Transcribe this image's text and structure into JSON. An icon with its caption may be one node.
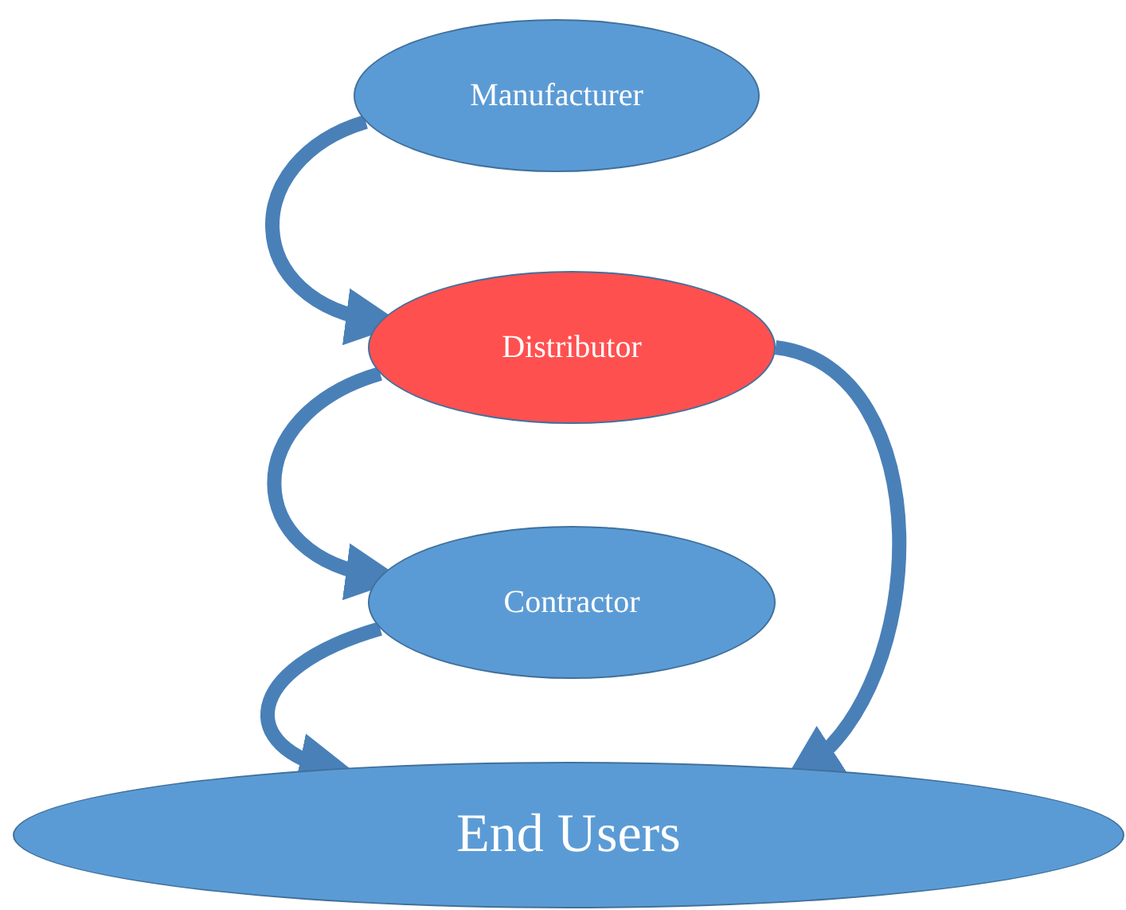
{
  "diagram": {
    "nodes": [
      {
        "text": [
          "Manufacturer"
        ]
      },
      {
        "text": [
          "Distributor"
        ]
      },
      {
        "text": [
          "Contractor"
        ]
      },
      {
        "text": [
          "End Users"
        ]
      }
    ],
    "edges": [
      {
        "from": 0,
        "to": 1,
        "arrow": "to"
      },
      {
        "from": 1,
        "to": 2,
        "arrow": "to"
      },
      {
        "from": 2,
        "to": 3,
        "arrow": "to"
      },
      {
        "from": 1,
        "to": 3,
        "arrow": "to"
      }
    ]
  }
}
